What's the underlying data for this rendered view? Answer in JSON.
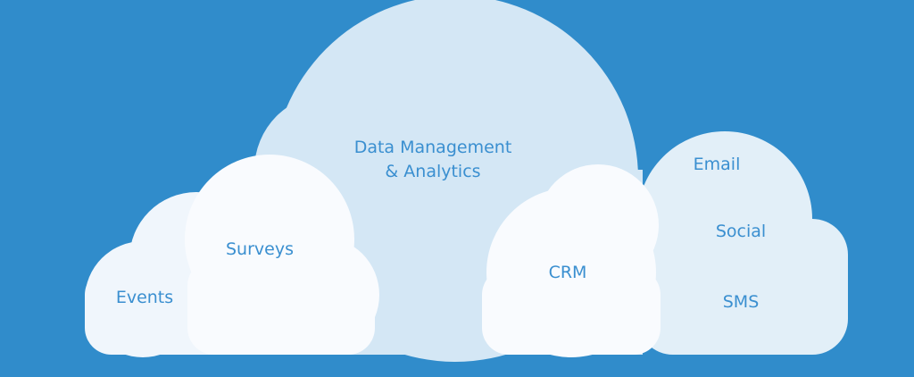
{
  "colors": {
    "background": "#308ccb",
    "text": "#3a8fd0",
    "cloud_center": "#d4e7f5",
    "cloud_right": "#e2eff8",
    "cloud_left": "#f0f6fc",
    "cloud_front": "#f9fbfe"
  },
  "clouds": {
    "data_management": {
      "line1": "Data Management",
      "line2": "& Analytics"
    },
    "events": {
      "label": "Events"
    },
    "surveys": {
      "label": "Surveys"
    },
    "crm": {
      "label": "CRM"
    },
    "channels": {
      "email": "Email",
      "social": "Social",
      "sms": "SMS"
    }
  }
}
